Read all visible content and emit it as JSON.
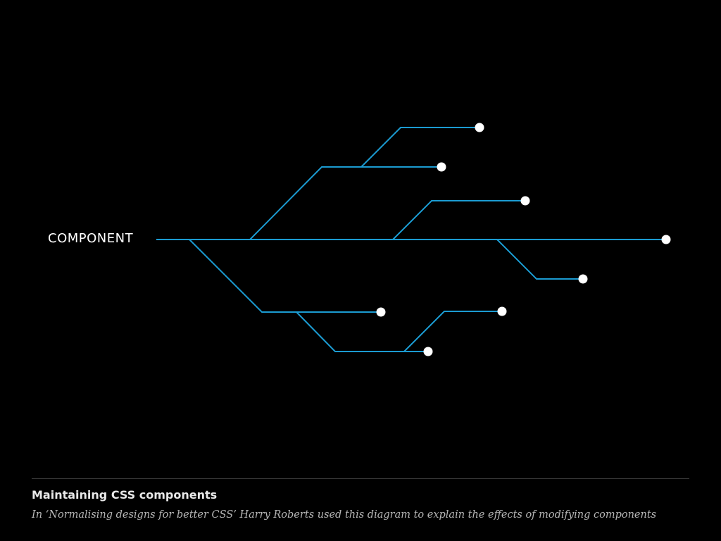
{
  "diagram": {
    "root_label": "COMPONENT",
    "line_color": "#1b9bd1",
    "dot_color": "#ffffff",
    "branch_count": 8
  },
  "caption": {
    "title": "Maintaining CSS components",
    "text": "In ‘Normalising designs for better CSS’ Harry Roberts used this diagram to explain the effects of modifying components"
  }
}
